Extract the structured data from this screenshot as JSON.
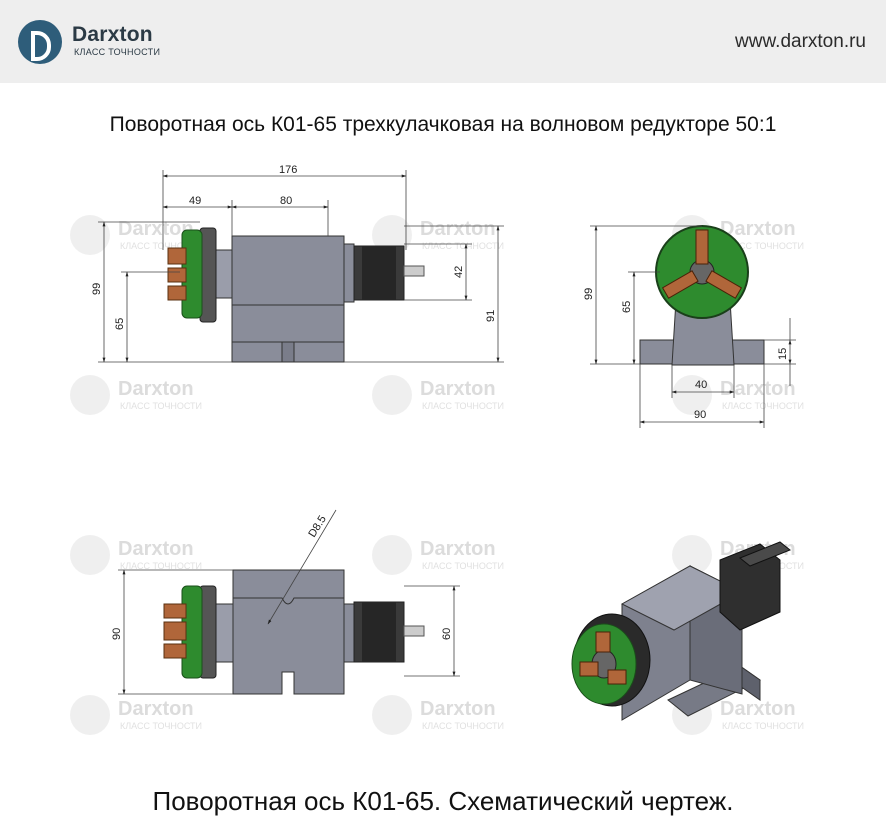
{
  "header": {
    "logo": {
      "name": "Darxton",
      "tagline": "КЛАСС ТОЧНОСТИ"
    },
    "url": "www.darxton.ru"
  },
  "title": "Поворотная ось К01-65 трехкулачковая на волновом редукторе 50:1",
  "caption": "Поворотная ось К01-65. Схематический чертеж.",
  "watermark": {
    "name": "Darxton",
    "tagline": "КЛАСС ТОЧНОСТИ"
  },
  "dimensions": {
    "front": {
      "overall_length": "176",
      "chuck_length": "49",
      "body_length": "80",
      "overall_height": "99",
      "axis_height": "65",
      "motor_height": "42",
      "body_height": "91"
    },
    "side": {
      "height": "99",
      "axis_height": "65",
      "base_height": "15",
      "slot_width": "40",
      "base_width": "90"
    },
    "top": {
      "width": "90",
      "motor_width": "60",
      "hole": "D8.5"
    }
  },
  "colors": {
    "header_bg": "#eeeeee",
    "body": "#8a8d9a",
    "chuck": "#2e8b2e",
    "jaws": "#b0663a",
    "motor": "#3a3a3a",
    "brand": "#2e5d7a"
  }
}
